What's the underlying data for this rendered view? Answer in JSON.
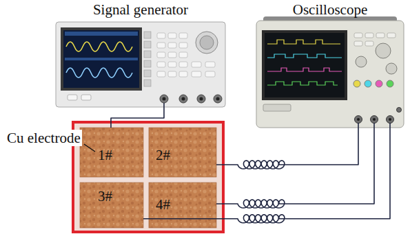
{
  "diagram": {
    "nodes": [
      {
        "text": [
          "Signal generator"
        ]
      },
      {
        "text": [
          "Oscilloscope"
        ]
      },
      {
        "text": [
          "1#"
        ]
      },
      {
        "text": [
          "2#"
        ]
      },
      {
        "text": [
          "3#"
        ]
      },
      {
        "text": [
          "4#"
        ]
      }
    ],
    "edges": [
      {
        "from": 0,
        "to": 2,
        "arrow": "none"
      },
      {
        "from": 3,
        "to": 1,
        "arrow": "none"
      },
      {
        "from": 5,
        "to": 1,
        "arrow": "none"
      },
      {
        "from": 4,
        "to": 1,
        "arrow": "none"
      }
    ],
    "labels": [
      "Cu electrode"
    ]
  }
}
